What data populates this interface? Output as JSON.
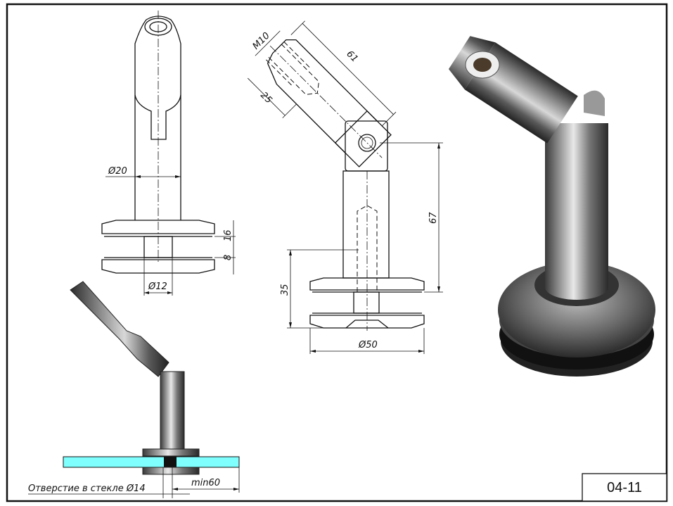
{
  "drawing_number": "04-11",
  "front_view": {
    "dia_tube": "Ø20",
    "dia_shaft": "Ø12",
    "flange_height": "16",
    "gap": "8"
  },
  "side_view": {
    "thread": "M10",
    "arm_length": "61",
    "thread_depth": "25",
    "height": "67",
    "base_height": "35",
    "flange_dia": "Ø50"
  },
  "install_view": {
    "glass_hole": "Отверстие в стекле Ø14",
    "min_edge": "min60"
  },
  "colors": {
    "glass": "#80ffff",
    "line": "#111111"
  }
}
